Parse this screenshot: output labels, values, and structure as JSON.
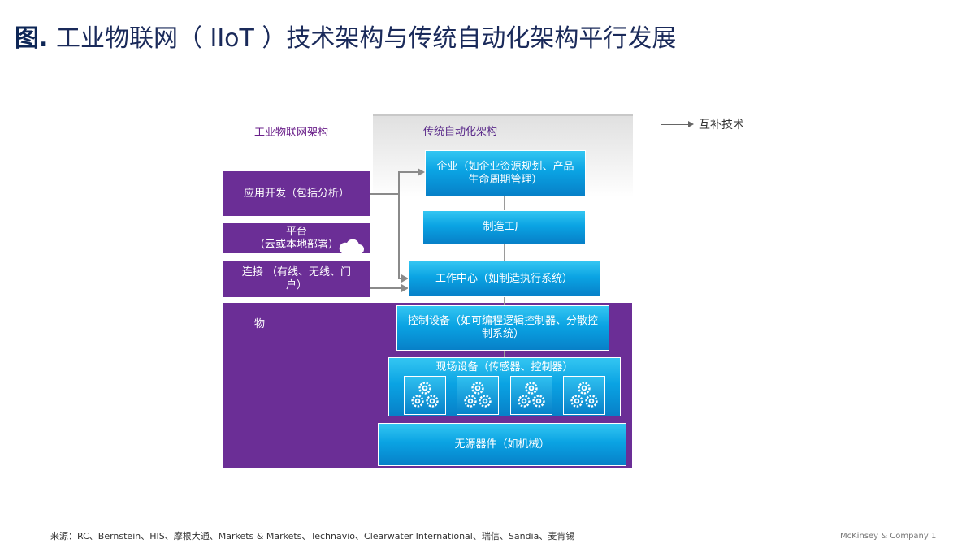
{
  "title": {
    "prefix": "图.",
    "text": " 工业物联网（  IIoT  ）技术架构与传统自动化架构平行发展"
  },
  "headers": {
    "iiot": "工业物联网架构",
    "traditional": "传统自动化架构"
  },
  "legend": {
    "label": "互补技术"
  },
  "iiot_layers": {
    "app_dev": "应用开发（包括分析）",
    "platform": "平台\n（云或本地部署）",
    "connectivity": "连接 （有线、无线、门户）"
  },
  "things": {
    "label": "物"
  },
  "traditional_layers": {
    "enterprise": "企业（如企业资源规划、产品生命周期管理）",
    "factory": "制造工厂",
    "work_center": "工作中心（如制造执行系统）",
    "control_devices": "控制设备（如可编程逻辑控制器、分散控制系统）",
    "field_devices": "现场设备（传感器、控制器）",
    "passive": "无源器件（如机械）"
  },
  "icons": {
    "cloud": "cloud-icon",
    "gears": "gears-icon"
  },
  "colors": {
    "purple": "#6b2e96",
    "blue": "#0aa3e3",
    "title": "#1a2a5a"
  },
  "footer": {
    "source": "来源：RC、Bernstein、HIS、摩根大通、Markets & Markets、Technavio、Clearwater International、瑞信、Sandia、麦肯锡",
    "company": "McKinsey & Company",
    "page": "1"
  }
}
